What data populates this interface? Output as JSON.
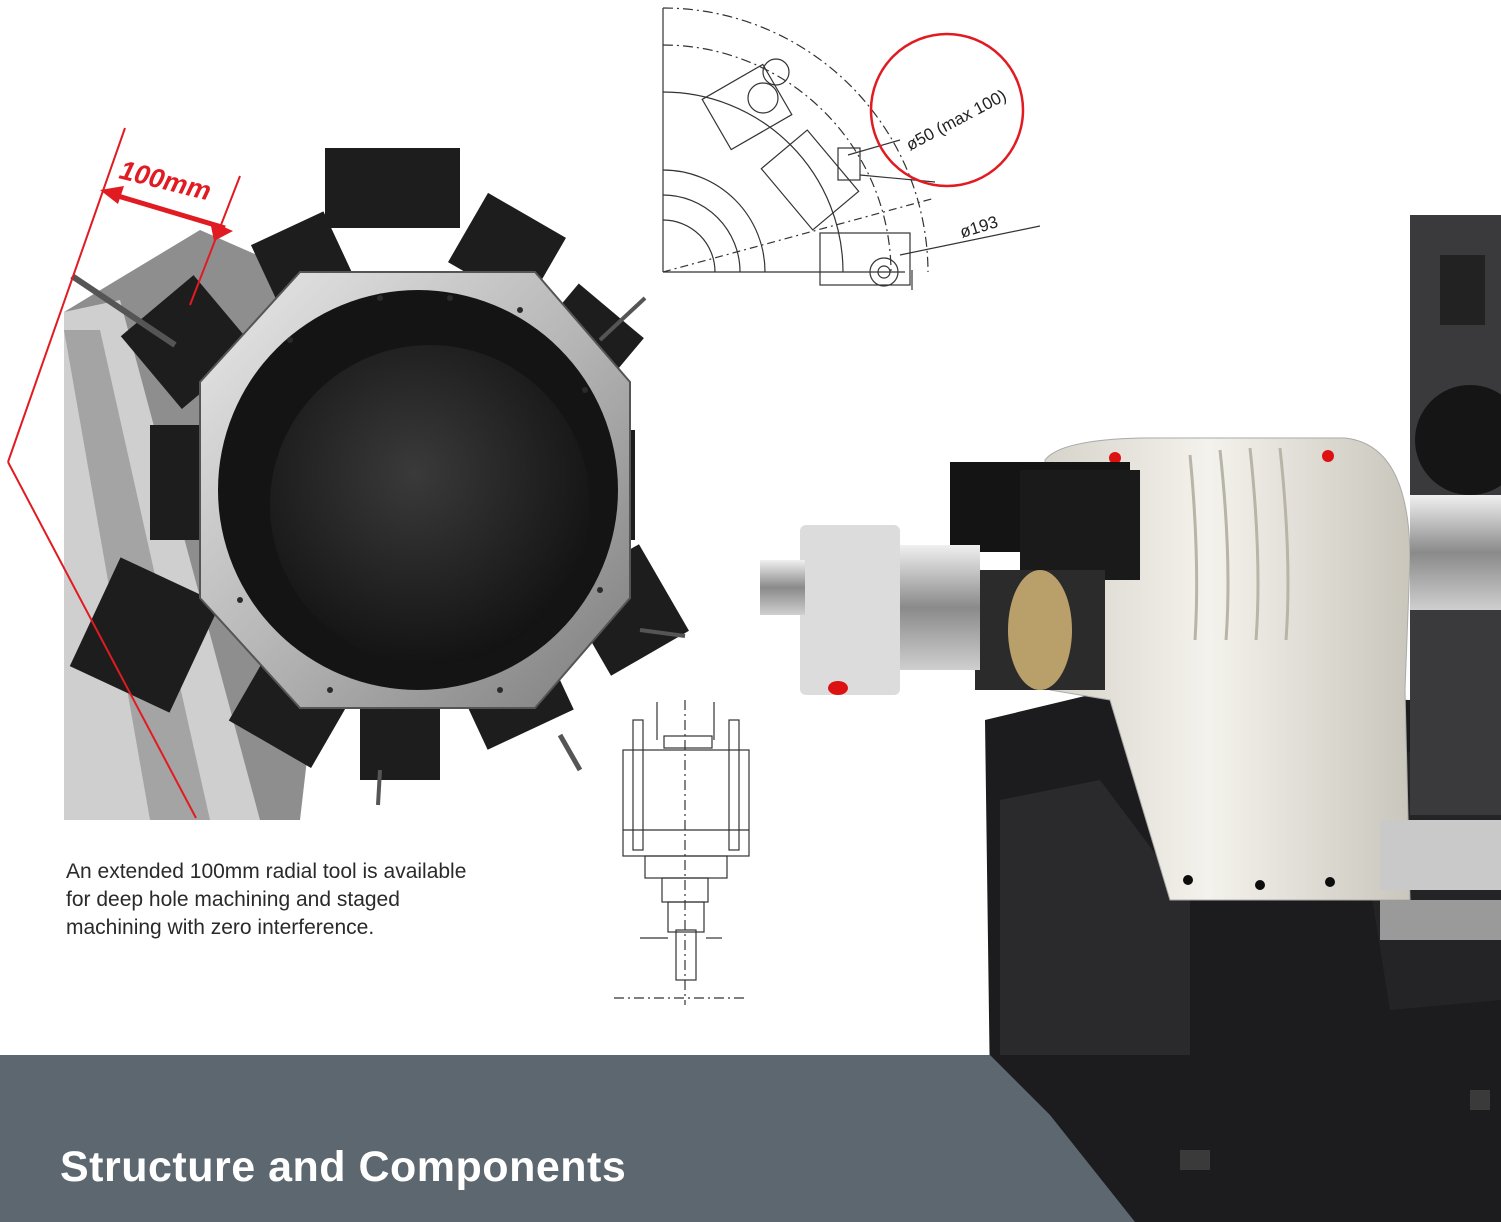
{
  "photo_callout": {
    "dimension_label": "100mm"
  },
  "turret_drawing": {
    "tool_dia_label": "ø50 (max 100)",
    "turret_dia_label": "ø193"
  },
  "caption": {
    "text": "An extended 100mm radial tool is available for deep hole machining and staged machining with zero interference."
  },
  "section": {
    "title": "Structure and Components"
  },
  "colors": {
    "accent_red": "#e11b22",
    "band_gray": "#5d6770",
    "machine_black": "#1c1c1e",
    "spindle_white": "#ece9e0"
  }
}
